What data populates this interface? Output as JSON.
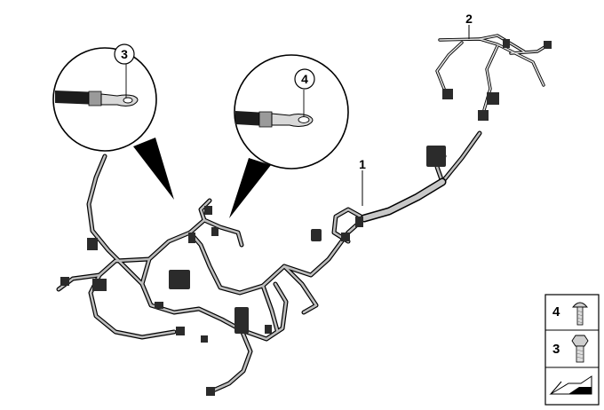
{
  "callouts": {
    "part1": "1",
    "part2": "2",
    "detail3": "3",
    "detail4": "4"
  },
  "legend": {
    "row_top": "4",
    "row_mid": "3"
  },
  "colors": {
    "line": "#000000",
    "wire_fill": "#bdbdbd",
    "connector": "#2b2b2b",
    "background": "#ffffff"
  }
}
